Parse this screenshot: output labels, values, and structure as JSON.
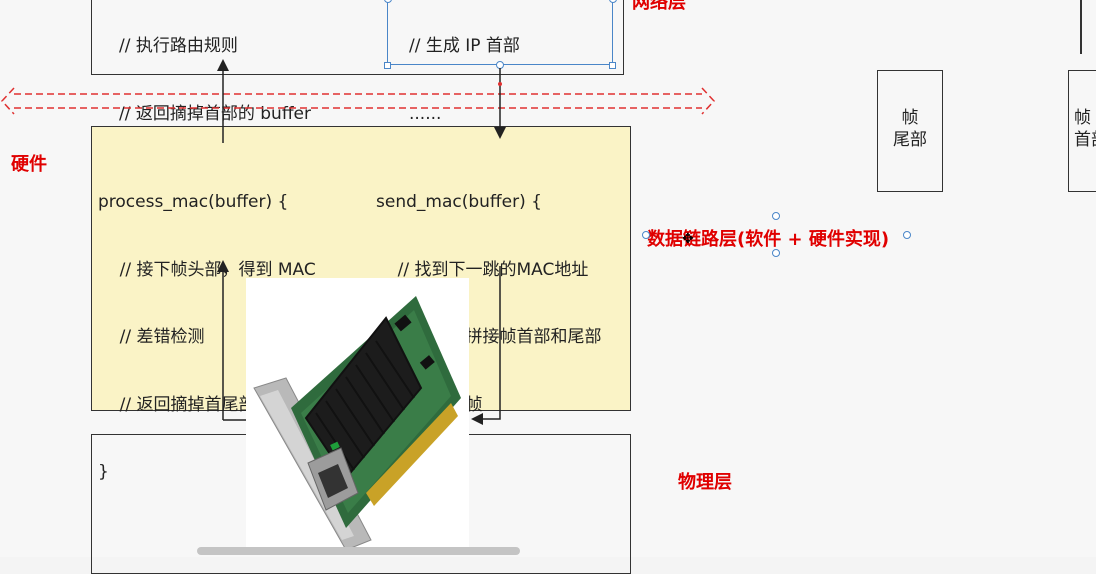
{
  "colors": {
    "accent_red": "#e00000",
    "yellow_box": "#faf3c6",
    "selection_blue": "#4a86c8"
  },
  "network_layer": {
    "left_code_lines": [
      "// 执行路由规则",
      "// 返回摘掉首部的 buffer",
      "}"
    ],
    "right_code_lines": [
      "// 生成 IP 首部",
      "......",
      "}"
    ],
    "label": "网络层"
  },
  "hardware_label": "硬件",
  "datalink": {
    "left_code_lines": [
      "process_mac(buffer) {",
      "    // 接下帧头部，得到 MAC",
      "    // 差错检测",
      "    // 返回摘掉首尾部的 buffer",
      "}"
    ],
    "right_code_lines": [
      "send_mac(buffer) {",
      "    // 找到下一跳的MAC地址",
      "    // 生成并拼接帧首部和尾部",
      "    // 封装成帧",
      "}"
    ],
    "label": "数据链路层(软件 + 硬件实现)"
  },
  "physical_layer_label": "物理层",
  "frame_trailer_box": {
    "line1": "帧",
    "line2": "尾部"
  },
  "frame_header_box": {
    "line1": "帧",
    "line2": "首部"
  },
  "image": {
    "icon": "network-card-image"
  }
}
